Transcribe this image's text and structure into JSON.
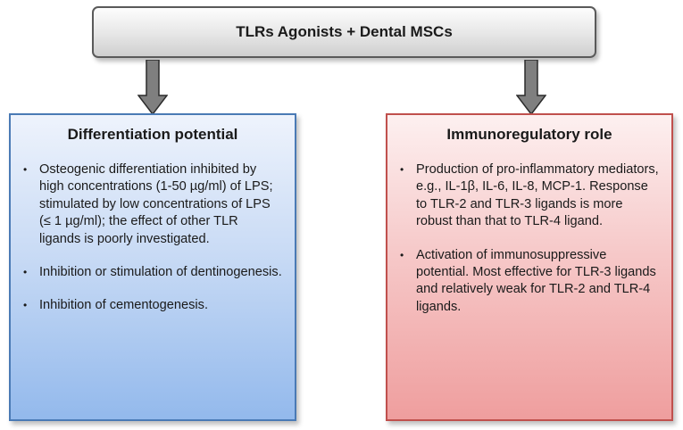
{
  "header": {
    "title": "TLRs Agonists + Dental MSCs"
  },
  "left_panel": {
    "title": "Differentiation potential",
    "bullets": [
      "Osteogenic differentiation inhibited by high concentrations (1-50 µg/ml) of LPS; stimulated by low concentrations of LPS (≤ 1 µg/ml); the effect of other TLR ligands is poorly investigated.",
      "Inhibition or stimulation of dentinogenesis.",
      "Inhibition of cementogenesis."
    ]
  },
  "right_panel": {
    "title": "Immunoregulatory role",
    "bullets": [
      "Production of pro-inflammatory mediators, e.g., IL-1β, IL-6, IL-8, MCP-1. Response to TLR-2 and TLR-3 ligands is more robust than that to TLR-4 ligand.",
      "Activation of immunosuppressive potential. Most effective for TLR-3 ligands and relatively weak for TLR-2 and TLR-4 ligands."
    ]
  },
  "colors": {
    "left_border": "#4a7ab5",
    "right_border": "#c0504d",
    "arrow_fill": "#7f7f7f"
  }
}
